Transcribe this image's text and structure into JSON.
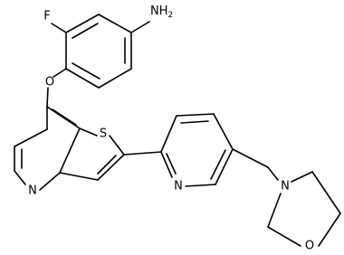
{
  "atoms": {
    "fluorine": "F",
    "amine": "NH",
    "amine_subscript": "2",
    "ether_oxygen": "O",
    "thiophene_sulfur": "S",
    "pyridine_nitrogen_left": "N",
    "pyridine_nitrogen_right": "N",
    "morpholine_nitrogen": "N",
    "morpholine_oxygen": "O"
  },
  "colors": {
    "bond": "#000000",
    "label": "#000000",
    "background": "#ffffff"
  }
}
